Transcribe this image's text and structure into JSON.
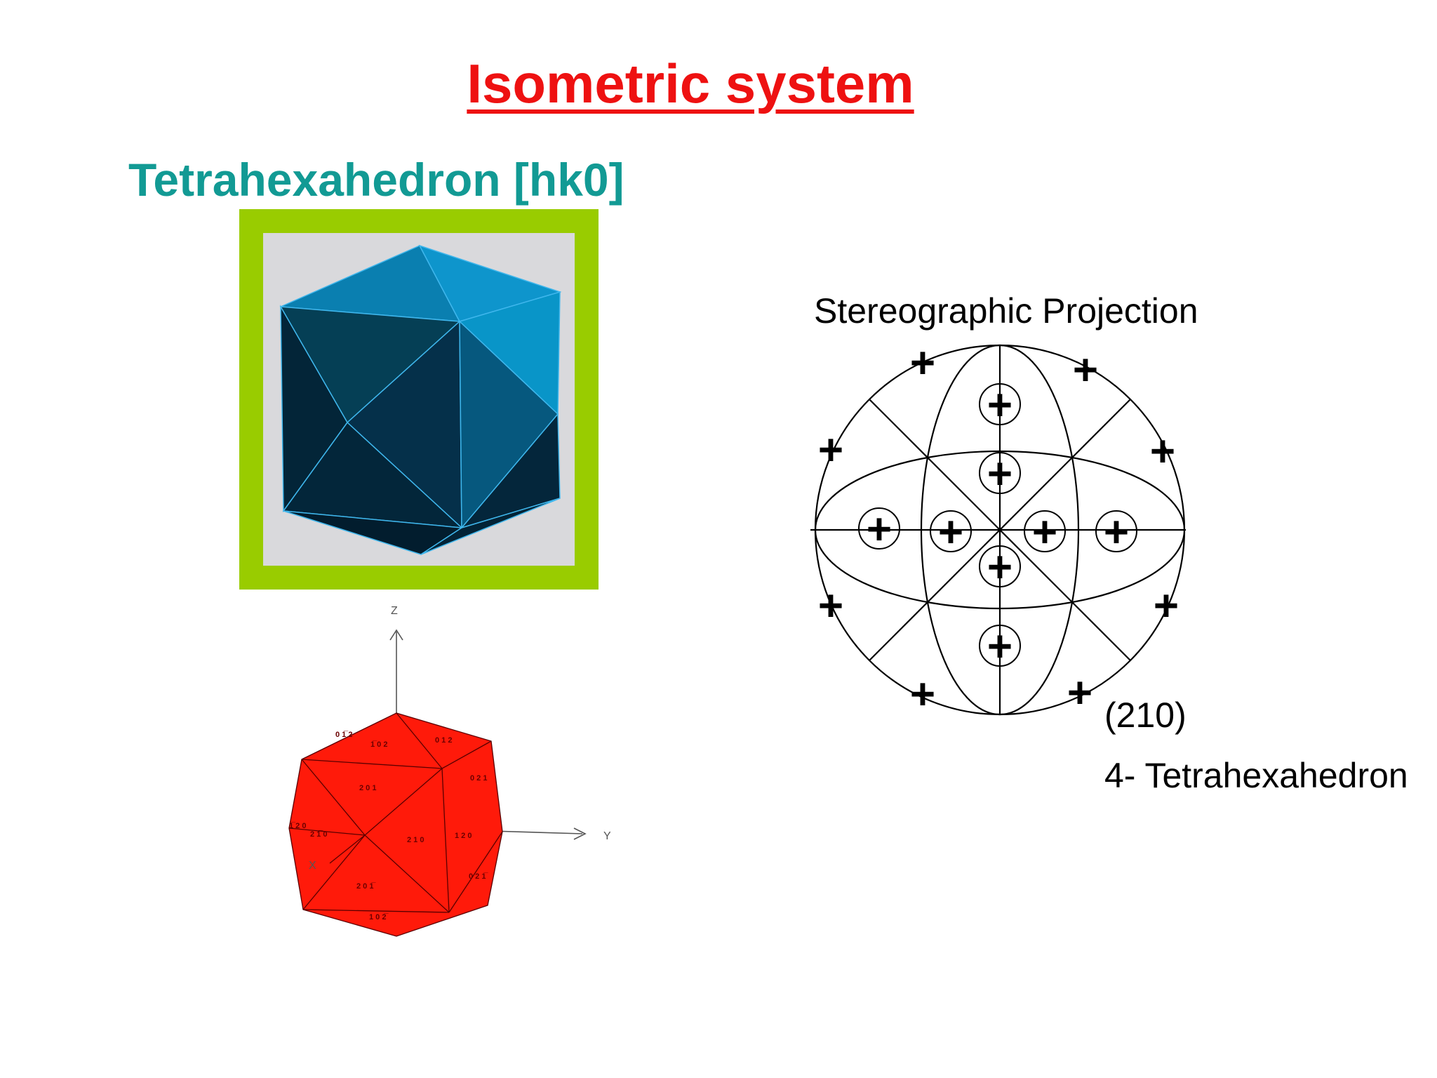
{
  "slide": {
    "title": "Isometric system",
    "subtitle": "Tetrahexahedron [hk0]",
    "projection_label": "Stereographic Projection",
    "face_index": "(210)",
    "form_caption": "4- Tetrahexahedron"
  },
  "model_labels": {
    "z_axis": "Z",
    "y_axis": "Y",
    "x_axis": "X",
    "faces": [
      "0 1̅ 2",
      "1̅ 0 2",
      "0 1 2",
      "0 2 1",
      "2 0 1",
      "1̅ 2 0",
      "2 1̅ 0",
      "2 1 0",
      "1 2 0",
      "0 2 1̅",
      "2 0 1̅",
      "1 0 2̅"
    ]
  },
  "colors": {
    "title": "#ee1111",
    "subtitle": "#129a94",
    "frame": "#99cc00",
    "solid_top": "#0a8ec4",
    "solid_dark": "#04253a",
    "model_fill": "#ff1a0a"
  }
}
